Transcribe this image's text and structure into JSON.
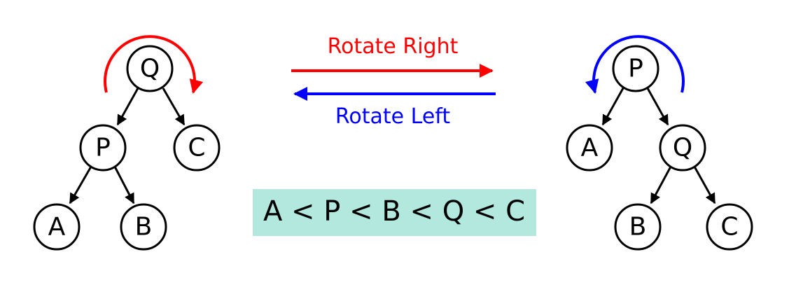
{
  "left_tree": {
    "root": "Q",
    "left_child": "P",
    "right_child": "C",
    "left_left": "A",
    "left_right": "B"
  },
  "right_tree": {
    "root": "P",
    "left_child": "A",
    "right_child": "Q",
    "right_left": "B",
    "right_right": "C"
  },
  "operations": {
    "rotate_right": "Rotate Right",
    "rotate_left": "Rotate Left"
  },
  "ordering": "A < P < B < Q < C",
  "colors": {
    "rotate_right": "#ff0000",
    "rotate_left": "#0000ff",
    "ordering_box": "#b2e8de",
    "node_stroke": "#000000"
  }
}
